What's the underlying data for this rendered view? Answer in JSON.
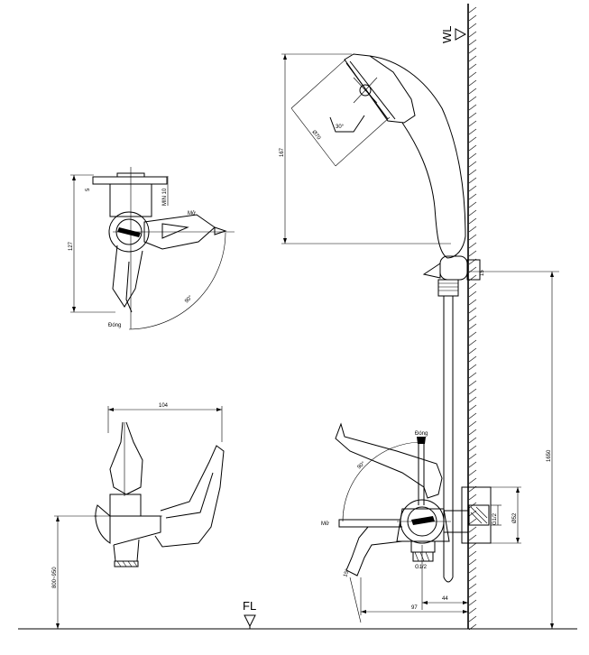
{
  "labels": {
    "wall_level": "WL",
    "floor_level": "FL"
  },
  "handle_positions": {
    "open": "Mở",
    "closed": "Đóng"
  },
  "dimensions": {
    "top_view_height": "127",
    "top_view_min": "MIN 10",
    "top_view_thickness": "5",
    "top_view_angle": "90°",
    "side_view_width": "104",
    "side_view_height": "800~950",
    "hand_shower_length": "167",
    "hand_shower_diameter": "Ø70",
    "hand_shower_angle": "30°",
    "holder_size": "15",
    "mount_height": "1650",
    "front_angle": "90°",
    "inlet_thread": "G1/2",
    "inlet_thread_lower": "G1/2",
    "flange_diameter": "Ø52",
    "spout_angle": "15°",
    "wall_offset_44": "44",
    "wall_offset_97": "97"
  }
}
